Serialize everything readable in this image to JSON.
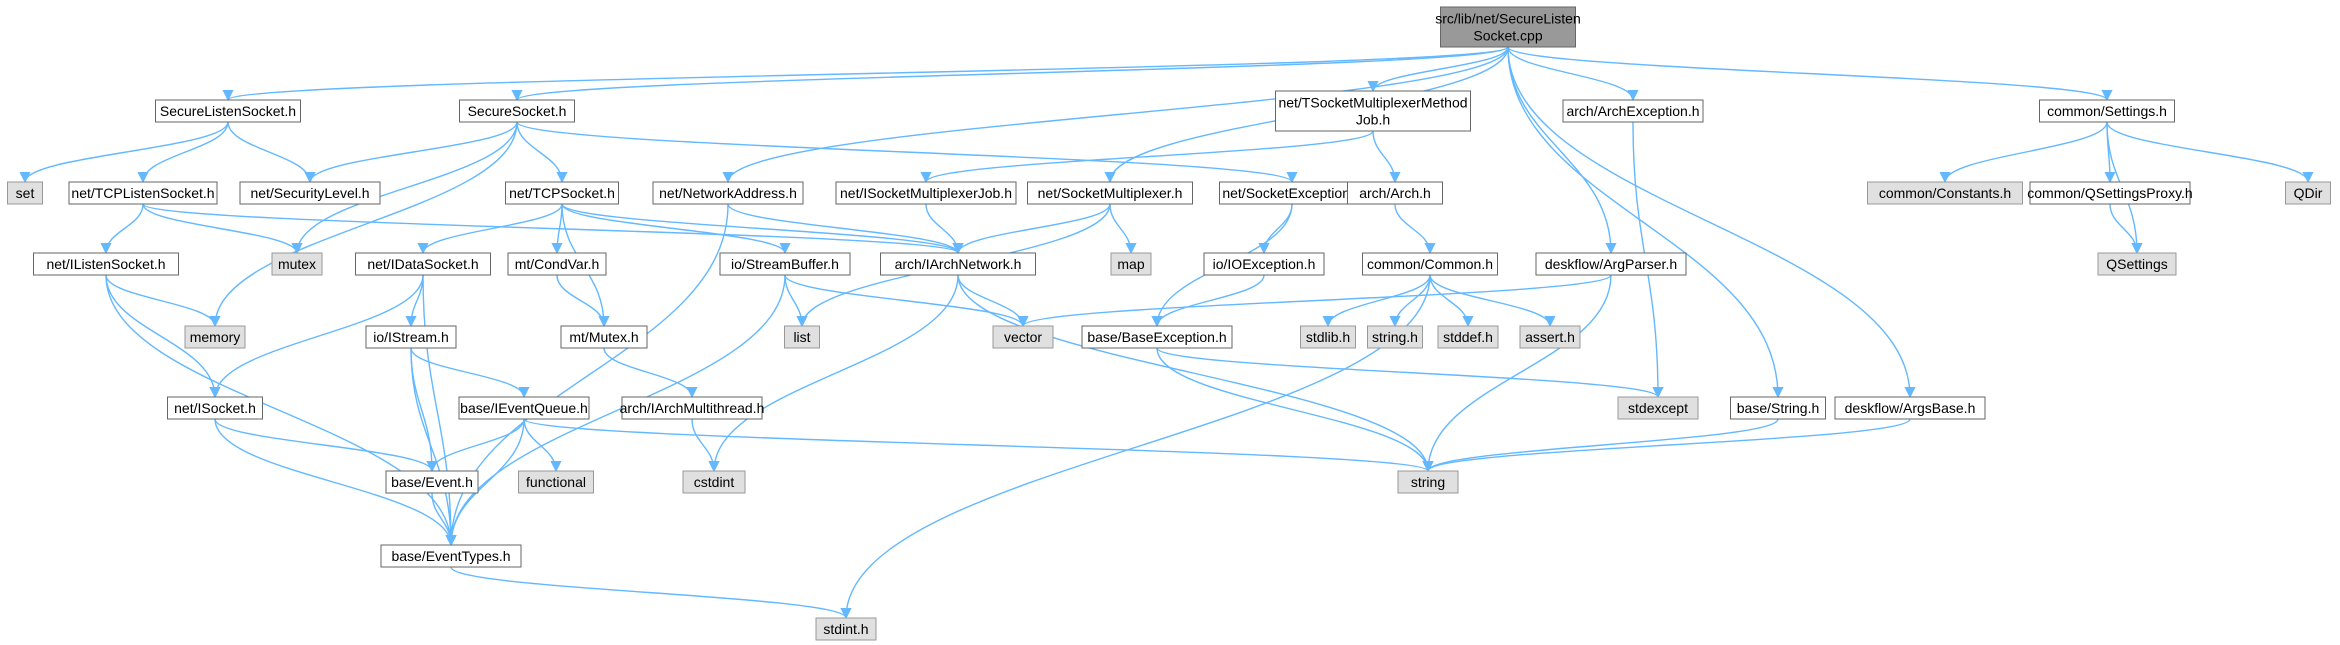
{
  "graph": {
    "edge_color": "#63b8ff",
    "nodes": [
      {
        "id": "n0",
        "lines": [
          "src/lib/net/SecureListen",
          "Socket.cpp"
        ],
        "kind": "root"
      },
      {
        "id": "n1",
        "lines": [
          "SecureListenSocket.h"
        ],
        "kind": "file"
      },
      {
        "id": "n2",
        "lines": [
          "SecureSocket.h"
        ],
        "kind": "file"
      },
      {
        "id": "n3",
        "lines": [
          "net/TSocketMultiplexerMethod",
          "Job.h"
        ],
        "kind": "file"
      },
      {
        "id": "n4",
        "lines": [
          "arch/ArchException.h"
        ],
        "kind": "file"
      },
      {
        "id": "n5",
        "lines": [
          "common/Settings.h"
        ],
        "kind": "file"
      },
      {
        "id": "n6",
        "lines": [
          "set"
        ],
        "kind": "sys"
      },
      {
        "id": "n7",
        "lines": [
          "net/TCPListenSocket.h"
        ],
        "kind": "file"
      },
      {
        "id": "n8",
        "lines": [
          "net/SecurityLevel.h"
        ],
        "kind": "file"
      },
      {
        "id": "n9",
        "lines": [
          "net/TCPSocket.h"
        ],
        "kind": "file"
      },
      {
        "id": "n10",
        "lines": [
          "net/NetworkAddress.h"
        ],
        "kind": "file"
      },
      {
        "id": "n11",
        "lines": [
          "net/ISocketMultiplexerJob.h"
        ],
        "kind": "file"
      },
      {
        "id": "n12",
        "lines": [
          "net/SocketMultiplexer.h"
        ],
        "kind": "file"
      },
      {
        "id": "n13",
        "lines": [
          "net/SocketException.h"
        ],
        "kind": "file"
      },
      {
        "id": "n14",
        "lines": [
          "arch/Arch.h"
        ],
        "kind": "file"
      },
      {
        "id": "n15",
        "lines": [
          "common/Constants.h"
        ],
        "kind": "sys"
      },
      {
        "id": "n16",
        "lines": [
          "common/QSettingsProxy.h"
        ],
        "kind": "file"
      },
      {
        "id": "n17",
        "lines": [
          "QDir"
        ],
        "kind": "sys"
      },
      {
        "id": "n18",
        "lines": [
          "net/IListenSocket.h"
        ],
        "kind": "file"
      },
      {
        "id": "n19",
        "lines": [
          "mutex"
        ],
        "kind": "sys"
      },
      {
        "id": "n20",
        "lines": [
          "net/IDataSocket.h"
        ],
        "kind": "file"
      },
      {
        "id": "n21",
        "lines": [
          "mt/CondVar.h"
        ],
        "kind": "file"
      },
      {
        "id": "n22",
        "lines": [
          "io/StreamBuffer.h"
        ],
        "kind": "file"
      },
      {
        "id": "n23",
        "lines": [
          "arch/IArchNetwork.h"
        ],
        "kind": "file"
      },
      {
        "id": "n24",
        "lines": [
          "map"
        ],
        "kind": "sys"
      },
      {
        "id": "n25",
        "lines": [
          "io/IOException.h"
        ],
        "kind": "file"
      },
      {
        "id": "n26",
        "lines": [
          "common/Common.h"
        ],
        "kind": "file"
      },
      {
        "id": "n27",
        "lines": [
          "deskflow/ArgParser.h"
        ],
        "kind": "file"
      },
      {
        "id": "n28",
        "lines": [
          "QSettings"
        ],
        "kind": "sys"
      },
      {
        "id": "n29",
        "lines": [
          "memory"
        ],
        "kind": "sys"
      },
      {
        "id": "n30",
        "lines": [
          "io/IStream.h"
        ],
        "kind": "file"
      },
      {
        "id": "n31",
        "lines": [
          "mt/Mutex.h"
        ],
        "kind": "file"
      },
      {
        "id": "n32",
        "lines": [
          "list"
        ],
        "kind": "sys"
      },
      {
        "id": "n33",
        "lines": [
          "vector"
        ],
        "kind": "sys"
      },
      {
        "id": "n34",
        "lines": [
          "base/BaseException.h"
        ],
        "kind": "file"
      },
      {
        "id": "n35",
        "lines": [
          "stdlib.h"
        ],
        "kind": "sys"
      },
      {
        "id": "n36",
        "lines": [
          "string.h"
        ],
        "kind": "sys"
      },
      {
        "id": "n37",
        "lines": [
          "stddef.h"
        ],
        "kind": "sys"
      },
      {
        "id": "n38",
        "lines": [
          "assert.h"
        ],
        "kind": "sys"
      },
      {
        "id": "n39",
        "lines": [
          "net/ISocket.h"
        ],
        "kind": "file"
      },
      {
        "id": "n40",
        "lines": [
          "base/IEventQueue.h"
        ],
        "kind": "file"
      },
      {
        "id": "n41",
        "lines": [
          "arch/IArchMultithread.h"
        ],
        "kind": "file"
      },
      {
        "id": "n42",
        "lines": [
          "stdexcept"
        ],
        "kind": "sys"
      },
      {
        "id": "n43",
        "lines": [
          "base/String.h"
        ],
        "kind": "file"
      },
      {
        "id": "n44",
        "lines": [
          "deskflow/ArgsBase.h"
        ],
        "kind": "file"
      },
      {
        "id": "n45",
        "lines": [
          "functional"
        ],
        "kind": "sys"
      },
      {
        "id": "n46",
        "lines": [
          "cstdint"
        ],
        "kind": "sys"
      },
      {
        "id": "n47",
        "lines": [
          "base/Event.h"
        ],
        "kind": "file"
      },
      {
        "id": "n48",
        "lines": [
          "string"
        ],
        "kind": "sys"
      },
      {
        "id": "n49",
        "lines": [
          "base/EventTypes.h"
        ],
        "kind": "file"
      },
      {
        "id": "n50",
        "lines": [
          "stdint.h"
        ],
        "kind": "sys"
      }
    ],
    "edges": [
      [
        "n0",
        "n1"
      ],
      [
        "n0",
        "n2"
      ],
      [
        "n0",
        "n10"
      ],
      [
        "n0",
        "n3"
      ],
      [
        "n0",
        "n12"
      ],
      [
        "n0",
        "n4"
      ],
      [
        "n0",
        "n27"
      ],
      [
        "n0",
        "n43"
      ],
      [
        "n0",
        "n44"
      ],
      [
        "n0",
        "n5"
      ],
      [
        "n1",
        "n6"
      ],
      [
        "n1",
        "n7"
      ],
      [
        "n1",
        "n8"
      ],
      [
        "n2",
        "n8"
      ],
      [
        "n2",
        "n9"
      ],
      [
        "n2",
        "n19"
      ],
      [
        "n2",
        "n29"
      ],
      [
        "n2",
        "n13"
      ],
      [
        "n3",
        "n11"
      ],
      [
        "n3",
        "n14"
      ],
      [
        "n4",
        "n42"
      ],
      [
        "n5",
        "n15"
      ],
      [
        "n5",
        "n16"
      ],
      [
        "n5",
        "n17"
      ],
      [
        "n5",
        "n28"
      ],
      [
        "n7",
        "n18"
      ],
      [
        "n7",
        "n19"
      ],
      [
        "n7",
        "n23"
      ],
      [
        "n9",
        "n20"
      ],
      [
        "n9",
        "n21"
      ],
      [
        "n9",
        "n22"
      ],
      [
        "n9",
        "n23"
      ],
      [
        "n9",
        "n31"
      ],
      [
        "n10",
        "n23"
      ],
      [
        "n10",
        "n49"
      ],
      [
        "n11",
        "n23"
      ],
      [
        "n12",
        "n23"
      ],
      [
        "n12",
        "n24"
      ],
      [
        "n12",
        "n32"
      ],
      [
        "n13",
        "n25"
      ],
      [
        "n13",
        "n34"
      ],
      [
        "n14",
        "n26"
      ],
      [
        "n16",
        "n28"
      ],
      [
        "n18",
        "n29"
      ],
      [
        "n18",
        "n39"
      ],
      [
        "n18",
        "n49"
      ],
      [
        "n20",
        "n30"
      ],
      [
        "n20",
        "n39"
      ],
      [
        "n20",
        "n49"
      ],
      [
        "n21",
        "n31"
      ],
      [
        "n22",
        "n32"
      ],
      [
        "n22",
        "n33"
      ],
      [
        "n22",
        "n49"
      ],
      [
        "n23",
        "n33"
      ],
      [
        "n23",
        "n46"
      ],
      [
        "n23",
        "n48"
      ],
      [
        "n25",
        "n34"
      ],
      [
        "n26",
        "n35"
      ],
      [
        "n26",
        "n36"
      ],
      [
        "n26",
        "n37"
      ],
      [
        "n26",
        "n38"
      ],
      [
        "n26",
        "n50"
      ],
      [
        "n27",
        "n33"
      ],
      [
        "n27",
        "n48"
      ],
      [
        "n30",
        "n47"
      ],
      [
        "n30",
        "n40"
      ],
      [
        "n30",
        "n49"
      ],
      [
        "n31",
        "n41"
      ],
      [
        "n34",
        "n42"
      ],
      [
        "n34",
        "n48"
      ],
      [
        "n39",
        "n47"
      ],
      [
        "n39",
        "n49"
      ],
      [
        "n40",
        "n47"
      ],
      [
        "n40",
        "n45"
      ],
      [
        "n40",
        "n48"
      ],
      [
        "n40",
        "n49"
      ],
      [
        "n41",
        "n46"
      ],
      [
        "n43",
        "n48"
      ],
      [
        "n44",
        "n48"
      ],
      [
        "n47",
        "n49"
      ],
      [
        "n49",
        "n50"
      ]
    ]
  }
}
